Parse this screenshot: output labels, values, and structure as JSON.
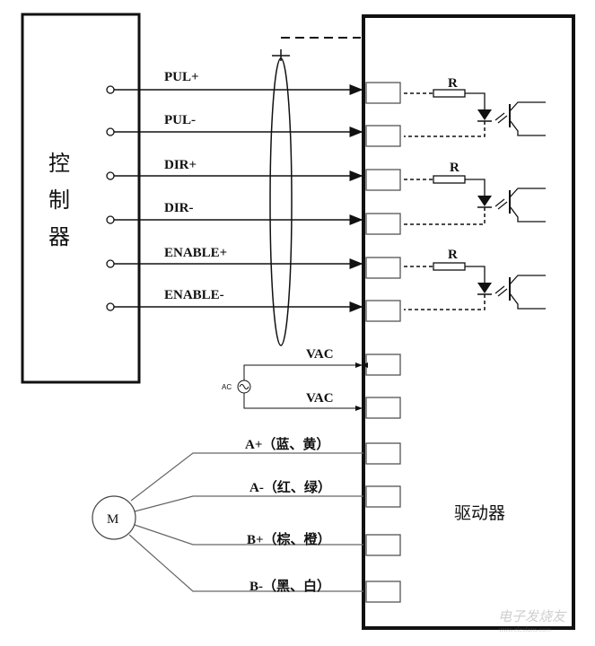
{
  "controller": {
    "label_lines": [
      "控",
      "制",
      "器"
    ]
  },
  "driver": {
    "label": "驱动器"
  },
  "signals": [
    {
      "label": "PUL+"
    },
    {
      "label": "PUL-"
    },
    {
      "label": "DIR+"
    },
    {
      "label": "DIR-"
    },
    {
      "label": "ENABLE+"
    },
    {
      "label": "ENABLE-"
    }
  ],
  "power": {
    "source_label": "AC",
    "lines": [
      {
        "label": "VAC"
      },
      {
        "label": "VAC"
      }
    ]
  },
  "motor": {
    "label": "M",
    "phases": [
      {
        "label": "A+（蓝、黄）"
      },
      {
        "label": "A-（红、绿）"
      },
      {
        "label": "B+（棕、橙）"
      },
      {
        "label": "B-（黑、白）"
      }
    ]
  },
  "optocoupler": {
    "resistor_label": "R"
  },
  "watermark": {
    "text": "电子发烧友",
    "url": "www.elecfans.com"
  }
}
